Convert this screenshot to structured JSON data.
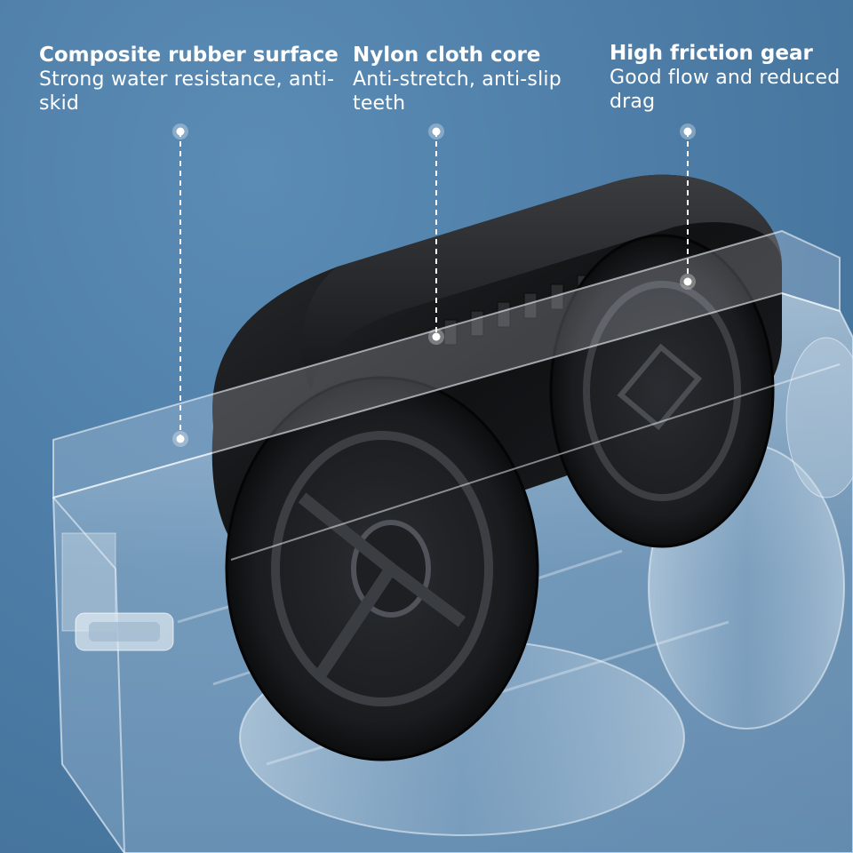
{
  "callouts": [
    {
      "title": "Composite rubber surface",
      "desc": "Strong water resistance, anti-skid"
    },
    {
      "title": "Nylon cloth core",
      "desc": "Anti-stretch, anti-slip teeth"
    },
    {
      "title": "High friction gear",
      "desc": "Good flow and reduced drag"
    }
  ],
  "colors": {
    "background": "#4f7fa8",
    "belt": "#1b1c1e",
    "text": "#ffffff",
    "housing": "#c9d7e4"
  }
}
